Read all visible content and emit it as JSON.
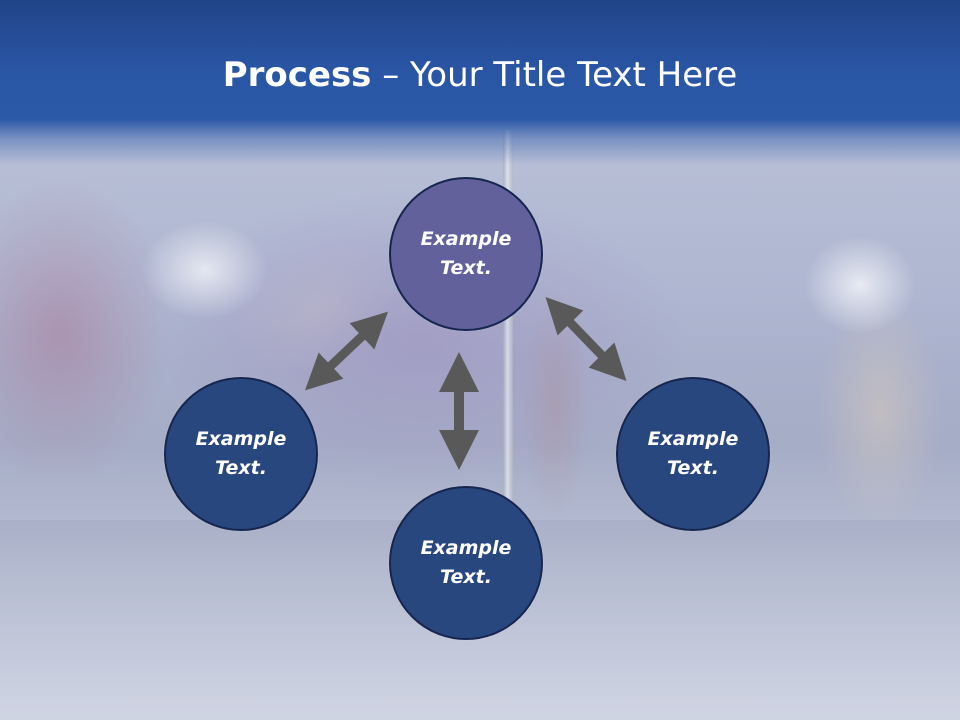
{
  "slide": {
    "title_bold": "Process",
    "title_rest": " – Your Title Text Here"
  },
  "diagram": {
    "nodes": [
      {
        "id": "top",
        "label": "Example\nText."
      },
      {
        "id": "left",
        "label": "Example\nText."
      },
      {
        "id": "right",
        "label": "Example\nText."
      },
      {
        "id": "bottom",
        "label": "Example\nText."
      }
    ]
  },
  "colors": {
    "title_band": "#2a56a6",
    "node_highlight": "#62619c",
    "node_default": "#29477f",
    "node_border": "#16264f",
    "arrow": "#595959"
  },
  "background": {
    "description_icon": "pole-dancer-photo"
  }
}
